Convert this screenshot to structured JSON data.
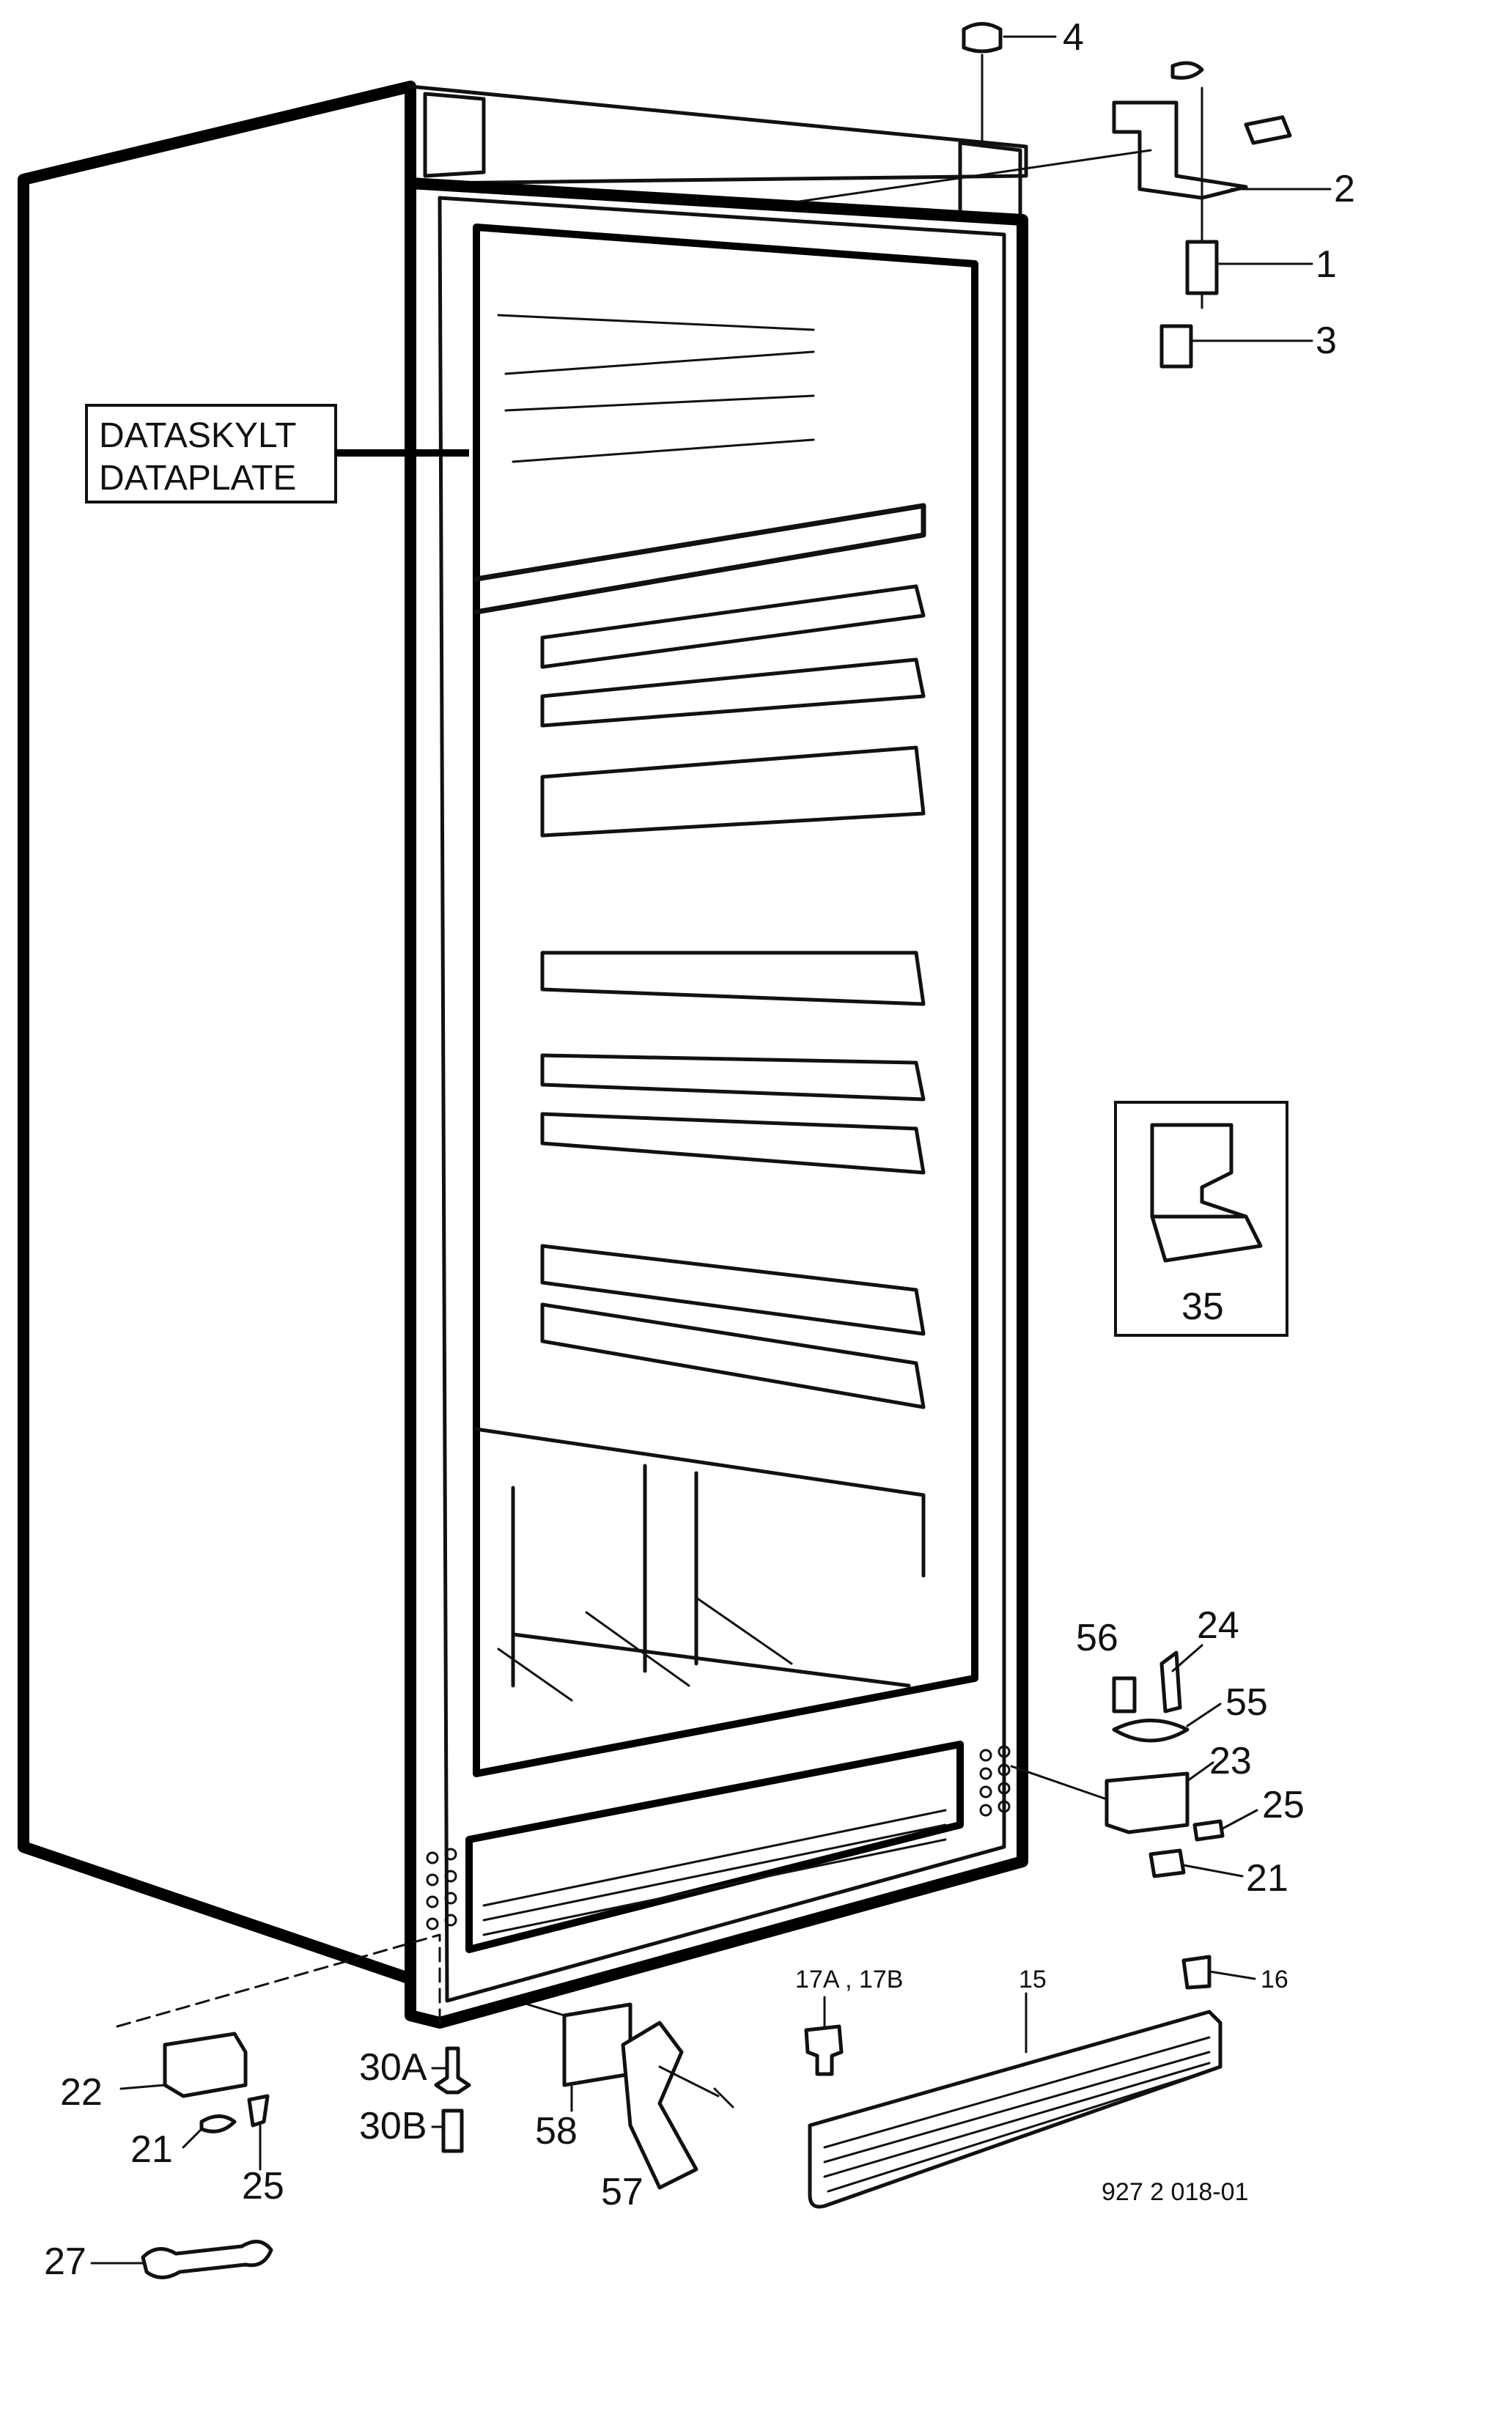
{
  "labels": {
    "nameplate_line1": "DATASKYLT",
    "nameplate_line2": "DATAPLATE",
    "drawing_number": "927 2 018-01"
  },
  "callouts": {
    "p4": "4",
    "p2": "2",
    "p1": "1",
    "p3": "3",
    "p35": "35",
    "p56": "56",
    "p24": "24",
    "p55": "55",
    "p23": "23",
    "p25_right": "25",
    "p21_right": "21",
    "p17": "17A , 17B",
    "p15": "15",
    "p16": "16",
    "p22": "22",
    "p21_left": "21",
    "p25_left": "25",
    "p30a": "30A",
    "p30b": "30B",
    "p58": "58",
    "p57": "57",
    "p27": "27"
  }
}
